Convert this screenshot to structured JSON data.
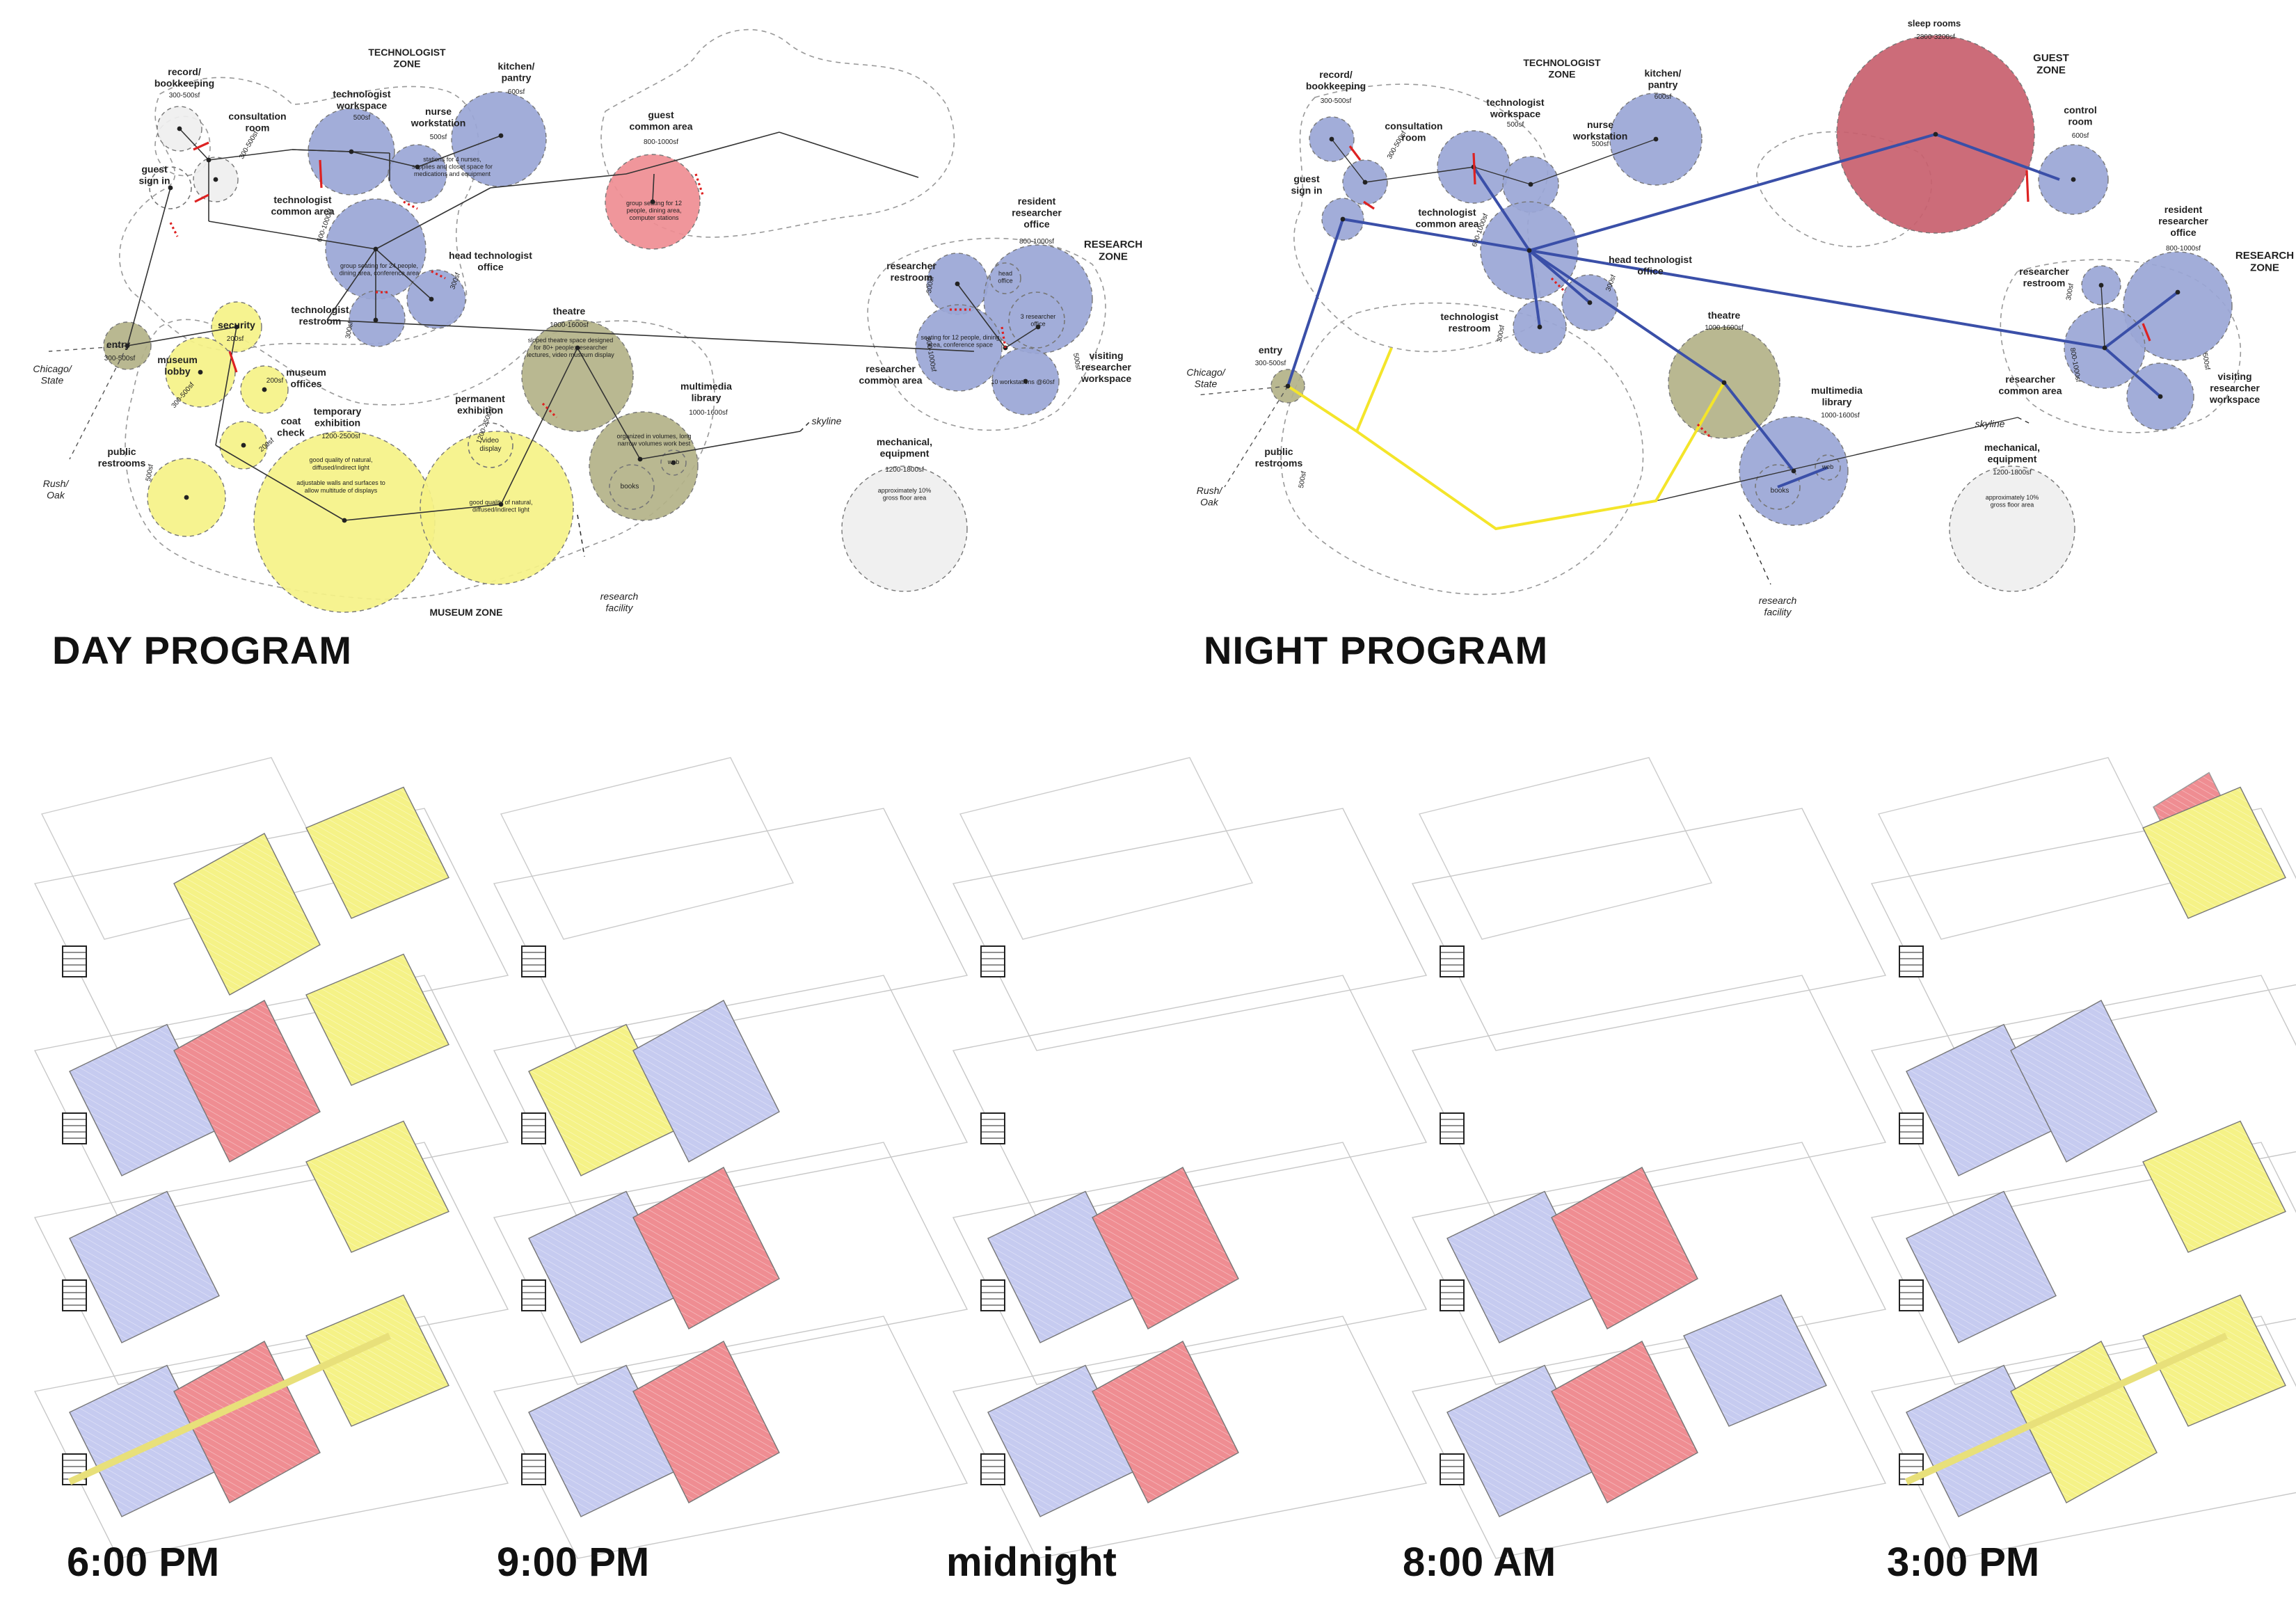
{
  "day": {
    "title": "DAY PROGRAM",
    "zones": {
      "technologist": [
        "TECHNOLOGIST",
        "ZONE"
      ],
      "research": [
        "RESEARCH",
        "ZONE"
      ],
      "museum": "MUSEUM ZONE"
    },
    "rooms": {
      "record": [
        "record/",
        "bookkeeping"
      ],
      "record_area": "300-500sf",
      "consultation": [
        "consultation",
        "room"
      ],
      "consultation_area": "300-500sf",
      "guest_sign": [
        "guest",
        "sign in"
      ],
      "tech_workspace": [
        "technologist",
        "workspace"
      ],
      "tech_workspace_area": "500sf",
      "nurse": [
        "nurse",
        "workstation"
      ],
      "nurse_area": "500sf",
      "nurse_note": [
        "stations for 4 nurses,",
        "supplies and closet space for",
        "medications and equipment"
      ],
      "kitchen": [
        "kitchen/",
        "pantry"
      ],
      "kitchen_area": "600sf",
      "guest_common": [
        "guest",
        "common area"
      ],
      "guest_common_area": "800-1000sf",
      "guest_common_note": [
        "group seating for 12",
        "people, dining area,",
        "computer stations"
      ],
      "tech_common": [
        "technologist",
        "common area"
      ],
      "tech_common_area": "600-1000sf",
      "tech_common_note": [
        "group seating for 24 people,",
        "dining area, conference area"
      ],
      "head_tech": [
        "head technologist",
        "office"
      ],
      "head_tech_area": "300sf",
      "tech_restroom": [
        "technologist",
        "restroom"
      ],
      "tech_restroom_area": "300sf",
      "res_restroom": [
        "researcher",
        "restroom"
      ],
      "res_restroom_area": "300sf",
      "resident_office": [
        "resident",
        "researcher",
        "office"
      ],
      "resident_office_area": "800-1000sf",
      "head_office": [
        "head",
        "office"
      ],
      "three_office": [
        "3 researcher",
        "office"
      ],
      "res_common": [
        "researcher",
        "common area"
      ],
      "res_common_area": "800-1000sf",
      "res_common_note": [
        "seating for 12 people, dining",
        "area, conference space"
      ],
      "workstations": "10 workstations @60sf",
      "visiting": [
        "visiting",
        "researcher",
        "workspace"
      ],
      "visiting_area": "500sf",
      "entry": "entry",
      "entry_area": "300-500sf",
      "chicago": [
        "Chicago/",
        "State"
      ],
      "rush": [
        "Rush/",
        "Oak"
      ],
      "security": "security",
      "security_area": "200sf",
      "museum_lobby": [
        "museum",
        "lobby"
      ],
      "museum_lobby_area": "300-500sf",
      "museum_offices": [
        "museum",
        "offices"
      ],
      "museum_offices_area": "200sf",
      "coat": [
        "coat",
        "check"
      ],
      "coat_area": "200sf",
      "public_restrooms": [
        "public",
        "restrooms"
      ],
      "public_restrooms_area": "500sf",
      "temp_exhibition": [
        "temporary",
        "exhibition"
      ],
      "temp_exhibition_area": "1200-2500sf",
      "temp_note": [
        "good quality of natural,",
        "diffused/indirect light",
        "",
        "adjustable walls and surfaces to",
        "allow multitude of displays"
      ],
      "perm_exhibition": [
        "permanent",
        "exhibition"
      ],
      "perm_exhibition_area": "1200-2500sf",
      "video": [
        "video",
        "display"
      ],
      "perm_note": [
        "good quality of natural,",
        "diffused/indirect light"
      ],
      "theatre": "theatre",
      "theatre_area": "1000-1600sf",
      "theatre_note": [
        "sloped theatre space designed",
        "for 80+ people; researcher",
        "lectures, video museum display"
      ],
      "library": [
        "multimedia",
        "library"
      ],
      "library_area": "1000-1600sf",
      "library_note": [
        "organized in volumes, long",
        "narrow volumes work best"
      ],
      "web": "web",
      "books": "books",
      "skyline": "skyline",
      "research_facility": [
        "research",
        "facility"
      ],
      "mechanical": [
        "mechanical,",
        "equipment"
      ],
      "mechanical_area": "1200-1800sf",
      "mechanical_note": [
        "approximately 10%",
        "gross floor area"
      ]
    }
  },
  "night": {
    "title": "NIGHT PROGRAM",
    "zones": {
      "technologist": [
        "TECHNOLOGIST",
        "ZONE"
      ],
      "research": [
        "RESEARCH",
        "ZONE"
      ],
      "guest": [
        "GUEST",
        "ZONE"
      ]
    },
    "rooms": {
      "sleep": "sleep rooms",
      "sleep_area": "2800-3200sf",
      "control": [
        "control",
        "room"
      ],
      "control_area": "600sf",
      "theatre": "theatre",
      "theatre_area": "1000-1600sf",
      "library": [
        "multimedia",
        "library"
      ],
      "library_area": "1000-1600sf",
      "books": "books",
      "web": "web",
      "skyline": "skyline",
      "research_facility": [
        "research",
        "facility"
      ],
      "mechanical": [
        "mechanical,",
        "equipment"
      ],
      "mechanical_area": "1200-1800sf",
      "mechanical_note": [
        "approximately 10%",
        "gross floor area"
      ]
    }
  },
  "colors": {
    "blue": "#9aa6d6",
    "red": "#c8606e",
    "pink": "#ef8d92",
    "yellow": "#f5f287",
    "olive": "#b3b288",
    "gray": "#efefef",
    "night_line_blue": "#3a4fa8",
    "night_line_yellow": "#f4e52a"
  },
  "times": [
    "6:00 PM",
    "9:00 PM",
    "midnight",
    "8:00 AM",
    "3:00 PM"
  ]
}
